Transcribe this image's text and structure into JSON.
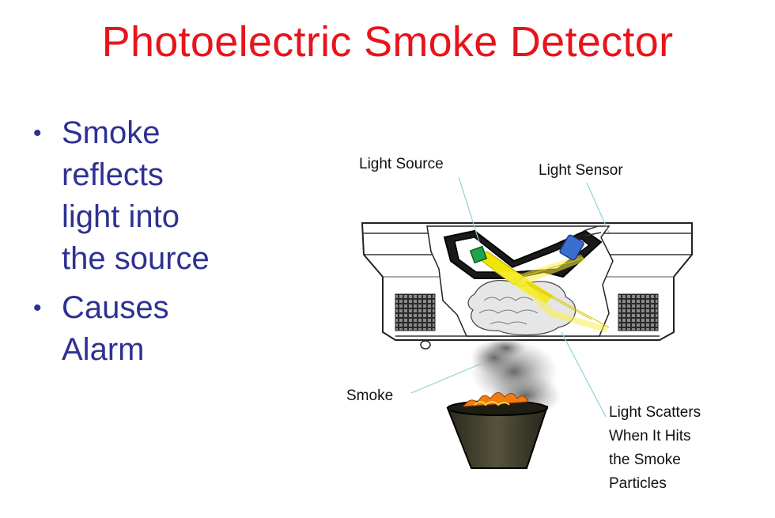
{
  "slide": {
    "title": "Photoelectric Smoke Detector",
    "bullets": [
      {
        "lines": [
          "Smoke",
          "reflects",
          "light into",
          "the source"
        ]
      },
      {
        "lines": [
          "Causes",
          "Alarm"
        ]
      }
    ]
  },
  "diagram": {
    "labels": {
      "light_source": "Light Source",
      "light_sensor": "Light Sensor",
      "smoke": "Smoke",
      "light_scatters": [
        "Light Scatters",
        "When It Hits",
        "the Smoke",
        "Particles"
      ]
    },
    "colors": {
      "title": "#e8141c",
      "bullet_text": "#2e3192",
      "light_beam": "#f2e600",
      "source_led": "#1fa34a",
      "sensor": "#3a6fd1",
      "bin": "#3f3d2b",
      "fire": "#f07d10"
    }
  }
}
